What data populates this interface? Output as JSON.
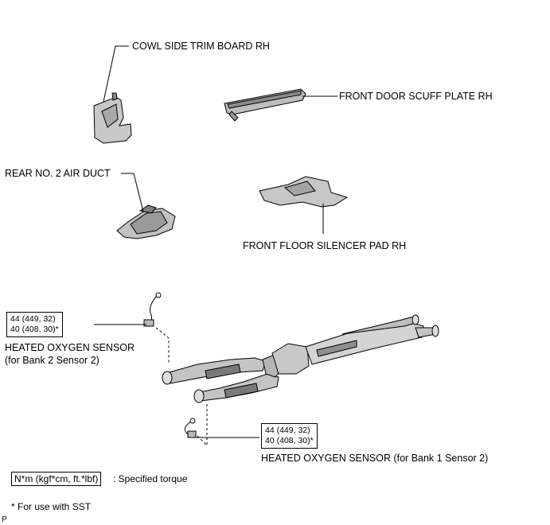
{
  "parts": {
    "cowl_side_trim": "COWL SIDE TRIM BOARD RH",
    "front_door_scuff": "FRONT DOOR SCUFF PLATE RH",
    "rear_air_duct": "REAR NO. 2 AIR DUCT",
    "front_floor_silencer": "FRONT FLOOR SILENCER PAD RH",
    "sensor_bank2_line1": "HEATED OXYGEN SENSOR",
    "sensor_bank2_line2": "(for Bank 2 Sensor 2)",
    "sensor_bank1": "HEATED OXYGEN SENSOR (for Bank 1 Sensor 2)"
  },
  "torque_bank2": {
    "line1": "44 (449, 32)",
    "line2": "40 (408, 30)*"
  },
  "torque_bank1": {
    "line1": "44 (449, 32)",
    "line2": "40 (408, 30)*"
  },
  "legend": {
    "unit": "N*m (kgf*cm, ft.*lbf)",
    "meaning": ": Specified torque",
    "footnote": "* For use with SST"
  },
  "page_marker": "P",
  "colors": {
    "line": "#000000",
    "part_fill": "#d9d9d9",
    "part_shadow": "#8c8c8c"
  }
}
